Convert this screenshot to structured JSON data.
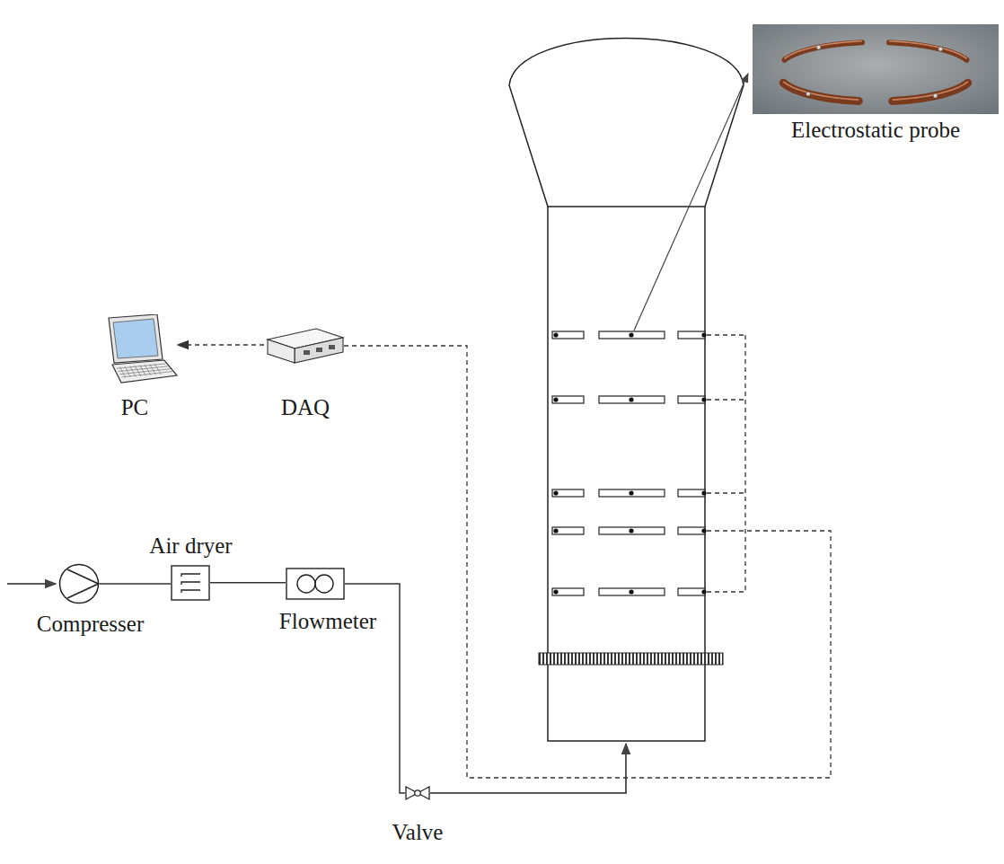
{
  "diagram": {
    "nodes": [
      {
        "text": [
          "Electrostatic probe"
        ]
      },
      {
        "text": [
          "PC"
        ]
      },
      {
        "text": [
          "DAQ"
        ]
      },
      {
        "text": [
          "Air dryer"
        ]
      },
      {
        "text": [
          "Compresser"
        ]
      },
      {
        "text": [
          "Flowmeter"
        ]
      },
      {
        "text": [
          "Valve"
        ]
      }
    ],
    "edges": [
      {
        "from": 2,
        "to": 1,
        "arrow": "to"
      },
      {
        "from": 4,
        "to": 3,
        "arrow": "none"
      },
      {
        "from": 3,
        "to": 5,
        "arrow": "none"
      },
      {
        "from": 5,
        "to": 6,
        "arrow": "none"
      }
    ]
  }
}
